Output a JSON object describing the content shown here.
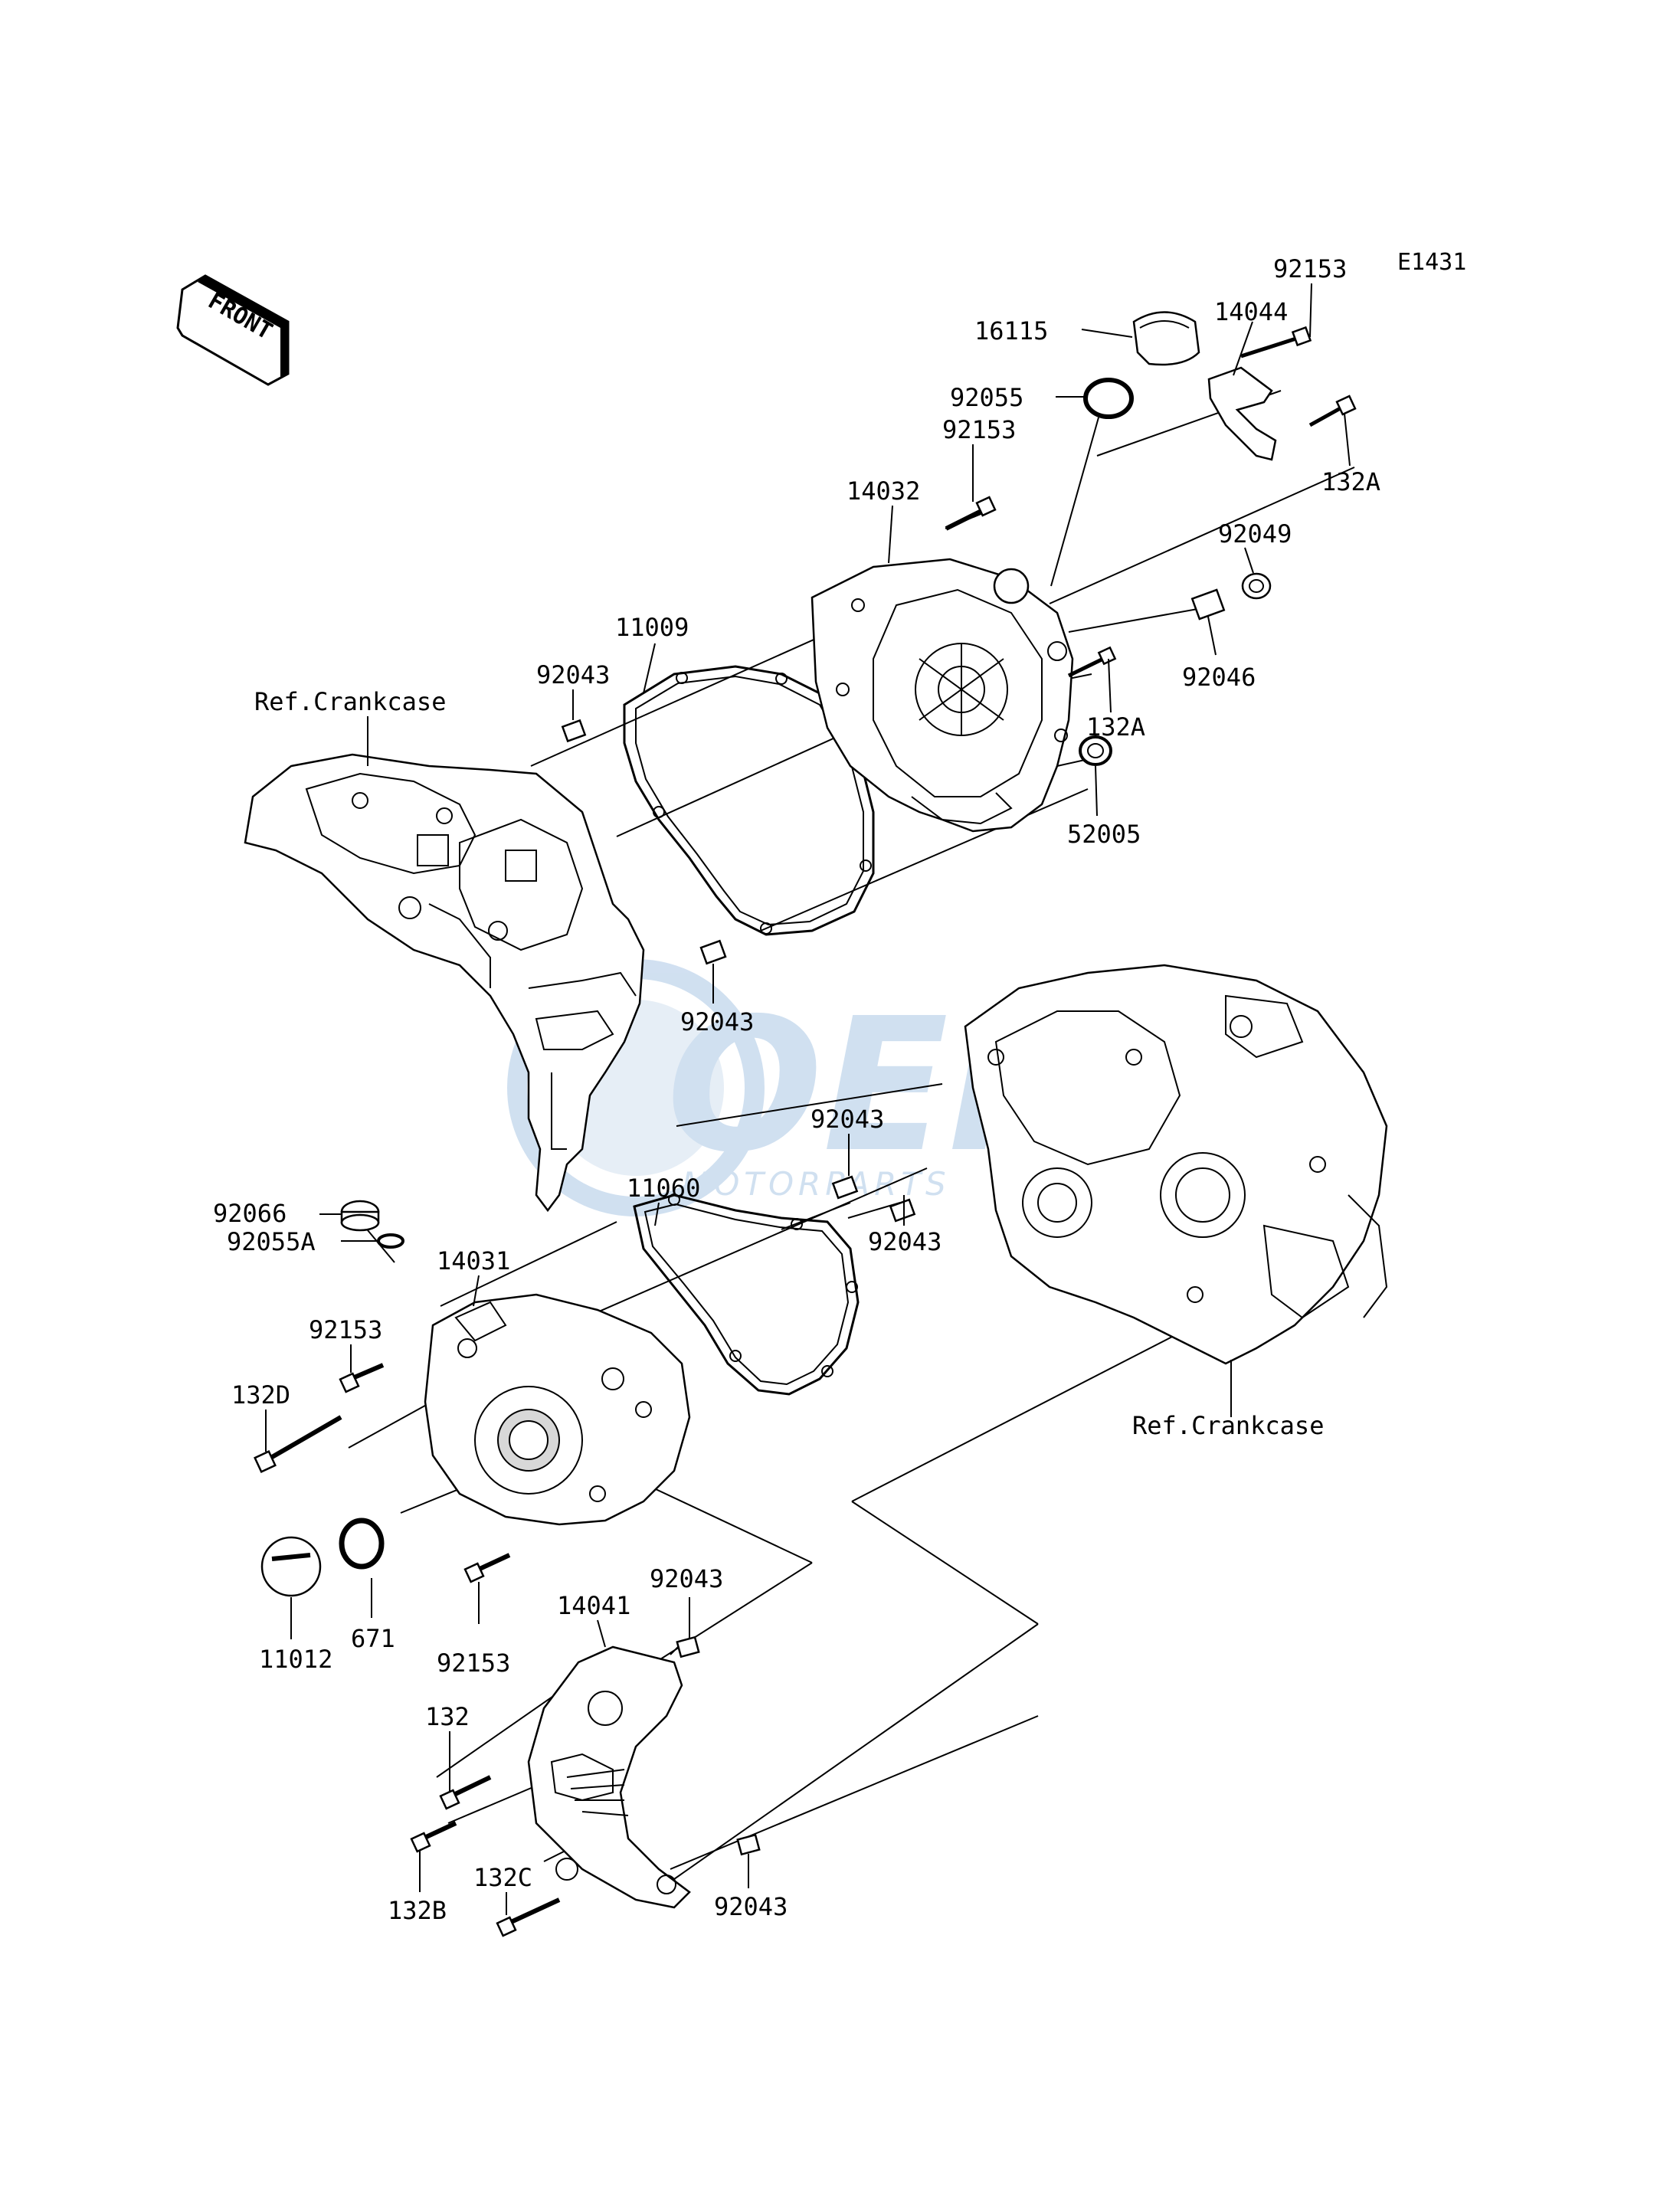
{
  "diagram": {
    "code": "E1431",
    "front_label": "FRONT",
    "watermark": {
      "brand": "OEM",
      "sub": "MOTORPARTS",
      "colors": {
        "primary": "#7aa7d6",
        "secondary": "#b9cfe6"
      }
    },
    "callouts": {
      "p16115": "16115",
      "p14044": "14044",
      "p92153_top": "92153",
      "p92055": "92055",
      "p92153_b": "92153",
      "p132A_top": "132A",
      "p14032": "14032",
      "p92049": "92049",
      "p11009": "11009",
      "p92043_a": "92043",
      "p92046": "92046",
      "p132A_mid": "132A",
      "ref_crankcase_top": "Ref.Crankcase",
      "p52005": "52005",
      "p92043_b": "92043",
      "p11060": "11060",
      "p92043_c": "92043",
      "p92066": "92066",
      "p92055A": "92055A",
      "p14031": "14031",
      "p92043_d": "92043",
      "p92153_c": "92153",
      "p132D": "132D",
      "ref_crankcase_bottom": "Ref.Crankcase",
      "p92043_e": "92043",
      "p14041": "14041",
      "p671": "671",
      "p92153_d": "92153",
      "p11012": "11012",
      "p132": "132",
      "p132C": "132C",
      "p132B": "132B",
      "p92043_f": "92043"
    }
  }
}
